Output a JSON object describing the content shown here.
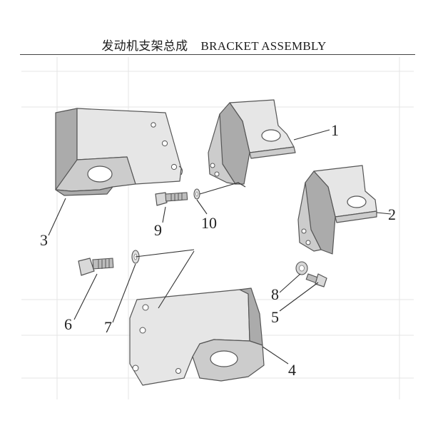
{
  "title_zh": "发动机支架总成",
  "title_en": "BRACKET ASSEMBLY",
  "colors": {
    "face_light": "#e6e6e6",
    "face_mid": "#cccccc",
    "face_dark": "#ababab",
    "hole": "#ffffff",
    "ink": "#333333"
  },
  "callouts": [
    {
      "id": "1",
      "label": "1"
    },
    {
      "id": "2",
      "label": "2"
    },
    {
      "id": "3",
      "label": "3"
    },
    {
      "id": "4",
      "label": "4"
    },
    {
      "id": "5",
      "label": "5"
    },
    {
      "id": "6",
      "label": "6"
    },
    {
      "id": "7",
      "label": "7"
    },
    {
      "id": "8",
      "label": "8"
    },
    {
      "id": "9",
      "label": "9"
    },
    {
      "id": "10",
      "label": "10"
    }
  ]
}
